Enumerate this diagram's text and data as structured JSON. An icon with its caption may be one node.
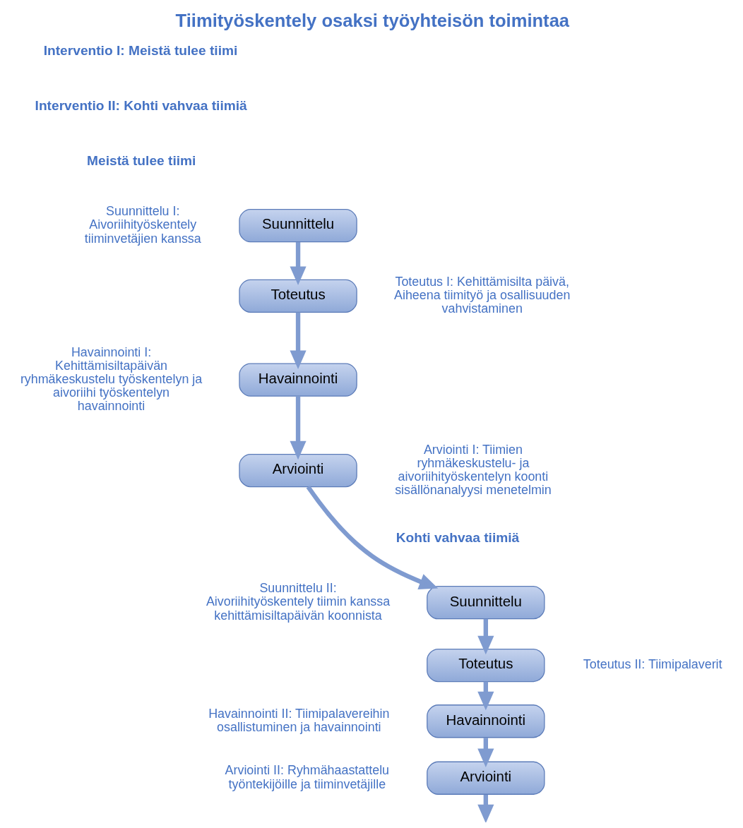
{
  "diagram": {
    "title": "Tiimityöskentely osaksi työyhteisön toimintaa",
    "nodes": [
      {
        "text": [
          "Suunnittelu"
        ],
        "beside": [
          "Suunnittelu I: Aivoriihityöskentely tiiminvetäjien kanssa"
        ]
      },
      {
        "text": [
          "Toteutus"
        ],
        "beside": [
          "Toteutus I: Kehittämisilta päivä, Aiheena tiimityö ja osallisuuden vahvistaminen"
        ]
      },
      {
        "text": [
          "Havainnointi"
        ],
        "beside": [
          "Havainnointi I: Kehittämisiltapäivän ryhmäkeskustelu työskentelyn ja aivoriihi työskentelyn havainnointi"
        ]
      },
      {
        "text": [
          "Arviointi"
        ],
        "beside": [
          "Arviointi I: Tiimien ryhmäkeskustelu- ja aivoriihityöskentelyn koonti sisällönanalyysi menetelmin"
        ]
      },
      {
        "text": [
          "Suunnittelu"
        ],
        "beside": [
          "Suunnittelu II: Aivoriihityöskentely tiimin kanssa kehittämisiltapäivän koonnista"
        ]
      },
      {
        "text": [
          "Toteutus"
        ],
        "beside": [
          "Toteutus II: Tiimipalaverit"
        ]
      },
      {
        "text": [
          "Havainnointi"
        ],
        "beside": [
          "Havainnointi II: Tiimipalavereihin osallistuminen ja havainnointi"
        ]
      },
      {
        "text": [
          "Arviointi"
        ],
        "beside": [
          "Arviointi II: Ryhmähaastattelu työntekijöille ja tiiminvetäjille"
        ]
      }
    ],
    "edges": [
      {
        "from": 0,
        "to": 1,
        "arrow": "to"
      },
      {
        "from": 1,
        "to": 2,
        "arrow": "to"
      },
      {
        "from": 2,
        "to": 3,
        "arrow": "to"
      },
      {
        "from": 3,
        "to": 4,
        "arrow": "to"
      },
      {
        "from": 4,
        "to": 5,
        "arrow": "to"
      },
      {
        "from": 5,
        "to": 6,
        "arrow": "to"
      },
      {
        "from": 6,
        "to": 7,
        "arrow": "to"
      },
      {
        "from": 7,
        "to": null,
        "arrow": "to"
      }
    ],
    "labels": [
      "Interventio I: Meistä tulee tiimi",
      "Interventio II: Kohti vahvaa tiimiä",
      "Meistä tulee tiimi",
      "Kohti vahvaa tiimiä"
    ]
  }
}
